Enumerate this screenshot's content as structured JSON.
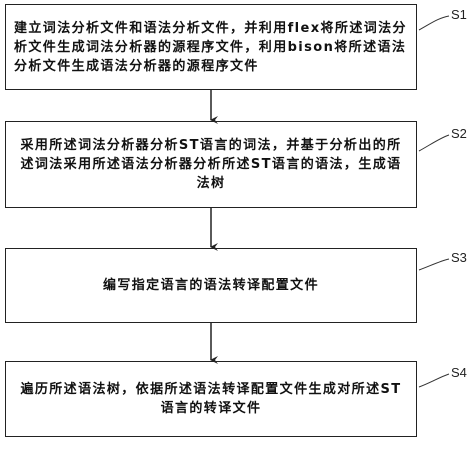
{
  "steps": [
    {
      "label": "S1",
      "text": "建立词法分析文件和语法分析文件，并利用flex将所述词法分析文件生成词法分析器的源程序文件，利用bison将所述语法分析文件生成语法分析器的源程序文件"
    },
    {
      "label": "S2",
      "text": "采用所述词法分析器分析ST语言的词法，并基于分析出的所述词法采用所述语法分析器分析所述ST语言的语法，生成语法树"
    },
    {
      "label": "S3",
      "text": "编写指定语言的语法转译配置文件"
    },
    {
      "label": "S4",
      "text": "遍历所述语法树，依据所述语法转译配置文件生成对所述ST语言的转译文件"
    }
  ]
}
